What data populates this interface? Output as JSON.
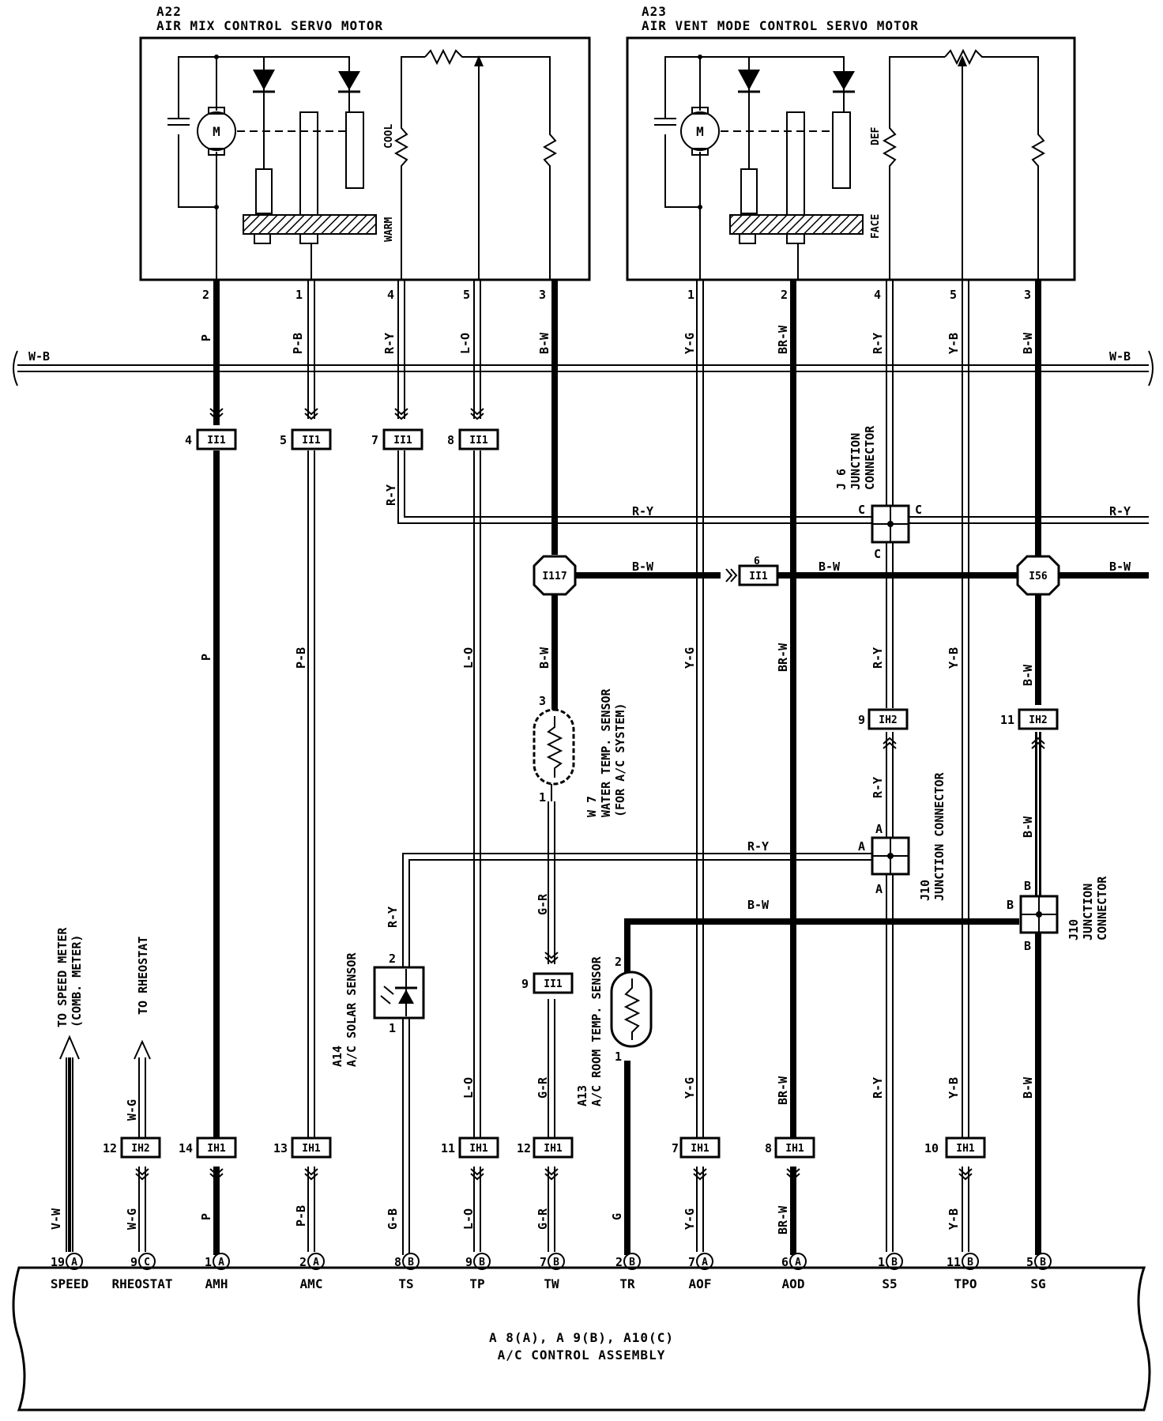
{
  "title_ref": "A 8(A), A 9(B), A10(C)",
  "assembly_name": "A/C CONTROL ASSEMBLY",
  "components": {
    "a22": {
      "ref": "A22",
      "name": "AIR MIX CONTROL SERVO MOTOR",
      "pos1": "COOL",
      "pos2": "WARM",
      "motor": "M"
    },
    "a23": {
      "ref": "A23",
      "name": "AIR VENT MODE CONTROL SERVO MOTOR",
      "pos1": "DEF",
      "pos2": "FACE",
      "motor": "M"
    },
    "w7": {
      "ref": "W 7",
      "name": "WATER TEMP. SENSOR",
      "sub": "(FOR A/C SYSTEM)"
    },
    "a14": {
      "ref": "A14",
      "name": "A/C SOLAR SENSOR"
    },
    "a13": {
      "ref": "A13",
      "name": "A/C ROOM TEMP. SENSOR"
    },
    "j6": {
      "ref": "J 6",
      "name": "JUNCTION",
      "sub": "CONNECTOR"
    },
    "j10a": {
      "ref": "J10",
      "name": "JUNCTION CONNECTOR"
    },
    "j10b": {
      "ref": "J10",
      "name": "JUNCTION",
      "sub": "CONNECTOR"
    }
  },
  "connectors": {
    "ii1": "II1",
    "ih1": "IH1",
    "ih2": "IH2",
    "i117": "I117",
    "i56": "I56"
  },
  "wire_colors": {
    "p": "P",
    "pb": "P-B",
    "ry": "R-Y",
    "lo": "L-O",
    "bw": "B-W",
    "yg": "Y-G",
    "brw": "BR-W",
    "yb": "Y-B",
    "wb": "W-B",
    "gr": "G-R",
    "gb": "G-B",
    "g": "G",
    "vw": "V-W",
    "wg": "W-G"
  },
  "terminals": [
    {
      "name": "SPEED",
      "pin": "19",
      "conn": "A"
    },
    {
      "name": "RHEOSTAT",
      "pin": "9",
      "conn": "C"
    },
    {
      "name": "AMH",
      "pin": "1",
      "conn": "A"
    },
    {
      "name": "AMC",
      "pin": "2",
      "conn": "A"
    },
    {
      "name": "TS",
      "pin": "8",
      "conn": "B"
    },
    {
      "name": "TP",
      "pin": "9",
      "conn": "B"
    },
    {
      "name": "TW",
      "pin": "7",
      "conn": "B"
    },
    {
      "name": "TR",
      "pin": "2",
      "conn": "B"
    },
    {
      "name": "AOF",
      "pin": "7",
      "conn": "A"
    },
    {
      "name": "AOD",
      "pin": "6",
      "conn": "A"
    },
    {
      "name": "S5",
      "pin": "1",
      "conn": "B"
    },
    {
      "name": "TPO",
      "pin": "11",
      "conn": "B"
    },
    {
      "name": "SG",
      "pin": "5",
      "conn": "B"
    }
  ],
  "ext": {
    "speed_meter": "TO SPEED METER",
    "speed_meter_sub": "(COMB. METER)",
    "rheostat": "TO RHEOSTAT"
  },
  "pins": {
    "a22": [
      "2",
      "1",
      "4",
      "5",
      "3"
    ],
    "a23": [
      "1",
      "2",
      "4",
      "5",
      "3"
    ],
    "ii1_top": [
      "4",
      "5",
      "7",
      "8"
    ],
    "ii1_bw": "6",
    "ih1_bottom": [
      "14",
      "13",
      "11",
      "12",
      "7",
      "8",
      "10"
    ],
    "ih2_left": "12",
    "ih2_s5": "9",
    "ih2_sg": "11",
    "ii1_w7": "9",
    "w7": [
      "3",
      "1"
    ],
    "a14": [
      "2",
      "1"
    ],
    "a13": [
      "2",
      "1"
    ],
    "j_letters": {
      "c": "C",
      "a": "A",
      "b": "B"
    }
  },
  "colors": {
    "ink": "#000000",
    "paper": "#ffffff"
  }
}
